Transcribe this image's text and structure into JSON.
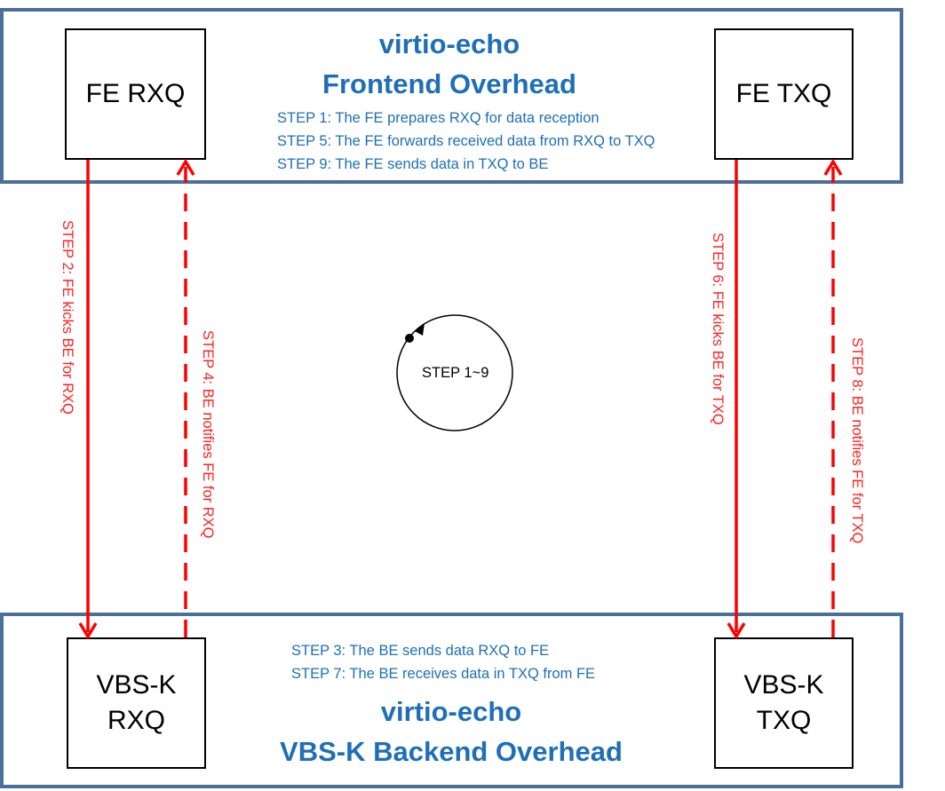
{
  "frontend": {
    "title_line1": "virtio-echo",
    "title_line2": "Frontend Overhead",
    "queue_left": "FE RXQ",
    "queue_right": "FE TXQ",
    "steps": [
      "STEP 1: The FE prepares RXQ for data reception",
      "STEP 5: The FE forwards received data from RXQ to TXQ",
      "STEP 9: The FE sends data in TXQ to BE"
    ]
  },
  "backend": {
    "title_line1": "virtio-echo",
    "title_line2": "VBS-K Backend Overhead",
    "queue_left_line1": "VBS-K",
    "queue_left_line2": "RXQ",
    "queue_right_line1": "VBS-K",
    "queue_right_line2": "TXQ",
    "steps": [
      "STEP 3: The BE sends data RXQ to FE",
      "STEP 7: The BE receives data in TXQ from FE"
    ]
  },
  "arrows": {
    "step2": "STEP 2: FE kicks BE for RXQ",
    "step4": "STEP 4: BE notifies FE for RXQ",
    "step6": "STEP 6: FE kicks BE for TXQ",
    "step8": "STEP 8: BE notifies FE for TXQ"
  },
  "cycle": {
    "label": "STEP 1~9"
  },
  "colors": {
    "panel_border": "#4a6f9a",
    "title_blue": "#1e6fb8",
    "arrow_red": "#ff0000"
  }
}
